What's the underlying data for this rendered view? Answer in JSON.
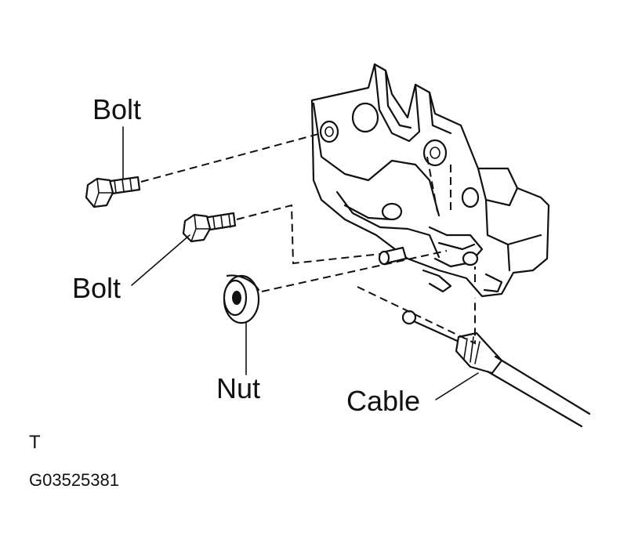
{
  "labels": {
    "bolt_upper": "Bolt",
    "bolt_lower": "Bolt",
    "nut": "Nut",
    "cable": "Cable",
    "corner_mark": "T",
    "figure_code": "G03525381"
  },
  "parts": [
    "door-lock-assembly",
    "bolt",
    "bolt",
    "nut",
    "cable"
  ]
}
